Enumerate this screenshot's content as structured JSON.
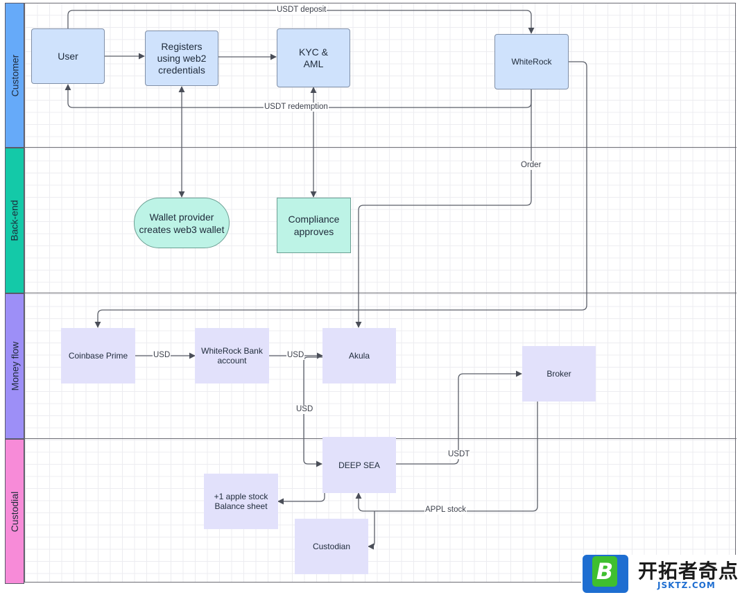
{
  "lanes": {
    "customer": "Customer",
    "backend": "Back-end",
    "money_flow": "Money flow",
    "custodial": "Custodial"
  },
  "lane_colors": {
    "customer": "#66aaf9",
    "backend": "#14c9a8",
    "money_flow": "#9d8ff7",
    "custodial": "#f78bd8"
  },
  "nodes": {
    "user": "User",
    "registers": "Registers using web2 credentials",
    "kyc": "KYC & AML",
    "whiterock": "WhiteRock",
    "wallet_provider": "Wallet provider creates web3 wallet",
    "compliance": "Compliance approves",
    "coinbase": "Coinbase Prime",
    "whiterock_bank": "WhiteRock Bank account",
    "akula": "Akula",
    "broker": "Broker",
    "deep_sea": "DEEP SEA",
    "apple_stock": "+1 apple stock Balance sheet",
    "custodian": "Custodian"
  },
  "edge_labels": {
    "usdt_deposit": "USDT deposit",
    "usdt_redemption": "USDT redemption",
    "order": "Order",
    "usd_1": "USD",
    "usd_2": "USD",
    "usd_3": "USD",
    "usdt": "USDT",
    "appl_stock": "APPL stock"
  },
  "logo": {
    "letter": "B",
    "title": "开拓者奇点",
    "subtitle": "JSKTZ.COM"
  }
}
